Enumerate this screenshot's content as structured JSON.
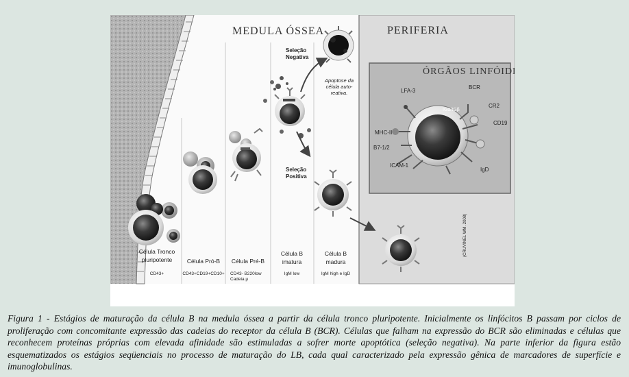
{
  "regions": {
    "bone_marrow": "MEDULA ÓSSEA",
    "periphery": "PERIFERIA",
    "lymphoid_organs": "ÓRGÃOS LINFÓIDES"
  },
  "stages": [
    {
      "name_line1": "Célula Tronco",
      "name_line2": "pluripotente",
      "markers_line1": "CD43+",
      "markers_line2": ""
    },
    {
      "name_line1": "Célula Pró-B",
      "name_line2": "",
      "markers_line1": "CD43+CD19+CD10+",
      "markers_line2": ""
    },
    {
      "name_line1": "Célula Pré-B",
      "name_line2": "",
      "markers_line1": "CD43- B220low",
      "markers_line2": "Cadeia μ"
    },
    {
      "name_line1": "Célula B",
      "name_line2": "imatura",
      "markers_line1": "IgM low",
      "markers_line2": ""
    },
    {
      "name_line1": "Célula B",
      "name_line2": "madura",
      "markers_line1": "IgM high e IgD",
      "markers_line2": ""
    }
  ],
  "selection": {
    "negative_line1": "Seleção",
    "negative_line2": "Negativa",
    "positive_line1": "Seleção",
    "positive_line2": "Positiva",
    "apoptosis_line1": "Apoptose da",
    "apoptosis_line2": "célula auto-",
    "apoptosis_line3": "reativa."
  },
  "markers": {
    "lfa3": "LFA-3",
    "bcr": "BCR",
    "ig": "IGα/IGβ",
    "cr2": "CR2",
    "cd19": "CD19",
    "mhc2": "MHC-II",
    "b7": "B7-1/2",
    "icam1": "ICAM-1",
    "igd": "IgD"
  },
  "credit": "(CRUVINEL WM. 2008)",
  "caption": "Figura 1 - Estágios de maturação da célula B na medula óssea a partir da célula tronco pluripotente. Inicialmente os linfócitos B passam por ciclos de proliferação com concomitante expressão das cadeias do receptor da célula B (BCR). Células que falham na expressão do BCR são eliminadas e células que reconhecem proteínas próprias com elevada afinidade são estimuladas a sofrer morte apoptótica (seleção negativa). Na parte inferior da figura estão esquematizados os estágios seqüenciais no processo de maturação do LB, cada qual caracterizado pela expressão gênica de marcadores de superfície e imunoglobulinas."
}
